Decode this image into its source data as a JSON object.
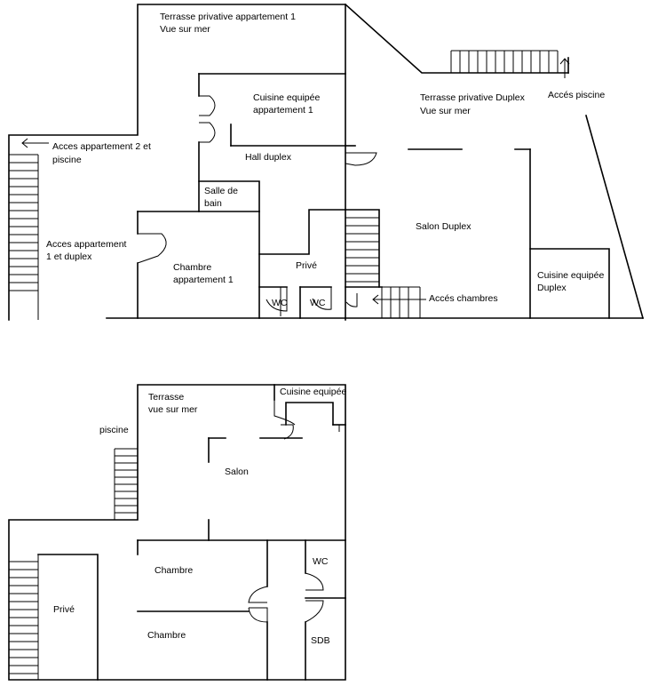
{
  "upper_plan": {
    "terrasse_appt1": [
      "Terrasse privative appartement 1",
      "Vue sur mer"
    ],
    "cuisine_appt1": [
      "Cuisine equipée",
      "appartement 1"
    ],
    "terrasse_duplex": [
      "Terrasse privative Duplex",
      "Vue sur mer"
    ],
    "acces_piscine": "Accés piscine",
    "acces_appt2": [
      "Acces appartement 2 et",
      "piscine"
    ],
    "hall_duplex": "Hall duplex",
    "salle_de_bain": [
      "Salle de",
      "bain"
    ],
    "acces_appt1": [
      "Acces appartement",
      "1 et duplex"
    ],
    "salon_duplex": "Salon Duplex",
    "chambre_appt1": [
      "Chambre",
      "appartement 1"
    ],
    "prive": "Privé",
    "cuisine_duplex": [
      "Cuisine equipée",
      "Duplex"
    ],
    "wc_left": "WC",
    "wc_right": "WC",
    "acces_chambres": "Accés chambres"
  },
  "lower_plan": {
    "terrasse": [
      "Terrasse",
      "vue sur mer"
    ],
    "cuisine": "Cuisine equipée",
    "piscine": "piscine",
    "salon": "Salon",
    "chambre_top": "Chambre",
    "wc": "WC",
    "prive": "Privé",
    "chambre_bottom": "Chambre",
    "sdb": "SDB"
  }
}
